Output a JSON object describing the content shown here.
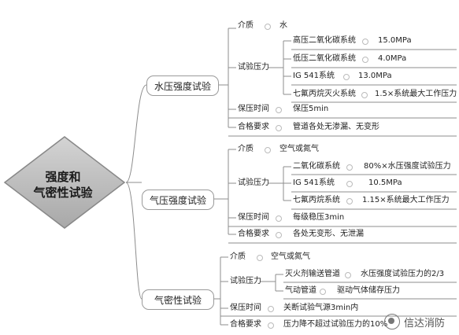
{
  "root": {
    "line1": "强度和",
    "line2": "气密性试验"
  },
  "branches": [
    {
      "label": "水压强度试验"
    },
    {
      "label": "气压强度试验"
    },
    {
      "label": "气密性试验"
    }
  ],
  "hydro": {
    "medium_key": "介质",
    "medium_val": "水",
    "pressure_key": "试验压力",
    "rows": [
      {
        "name": "高压二氧化碳系统",
        "value": "15.0MPa"
      },
      {
        "name": "低压二氧化碳系统",
        "value": "4.0MPa"
      },
      {
        "name": "IG 541系统",
        "value": "13.0MPa"
      },
      {
        "name": "七氟丙烷灭火系统",
        "value": "1.5×系统最大工作压力"
      }
    ],
    "hold_key": "保压时间",
    "hold_val": "保压5min",
    "pass_key": "合格要求",
    "pass_val": "管道各处无渗漏、无变形"
  },
  "pneu": {
    "medium_key": "介质",
    "medium_val": "空气或氮气",
    "pressure_key": "试验压力",
    "rows": [
      {
        "name": "二氧化碳系统",
        "value": "80%×水压强度试验压力"
      },
      {
        "name": "IG 541系统",
        "value": "10.5MPa"
      },
      {
        "name": "七氟丙烷系统",
        "value": "1.15×系统最大工作压力"
      }
    ],
    "hold_key": "保压时间",
    "hold_val": "每级稳压3min",
    "pass_key": "合格要求",
    "pass_val": "各处无变形、无泄漏"
  },
  "tight": {
    "medium_key": "介质",
    "medium_val": "空气或氮气",
    "pressure_key": "试验压力",
    "rows": [
      {
        "name": "灭火剂输送管道",
        "value": "水压强度试验压力的2/3"
      },
      {
        "name": "气动管道",
        "value": "驱动气体储存压力"
      }
    ],
    "hold_key": "保压时间",
    "hold_val": "关断试验气源3min内",
    "pass_key": "合格要求",
    "pass_val": "压力降不超过试验压力的10%"
  },
  "watermark": {
    "text": "信达消防",
    "icon": "wechat-icon"
  }
}
